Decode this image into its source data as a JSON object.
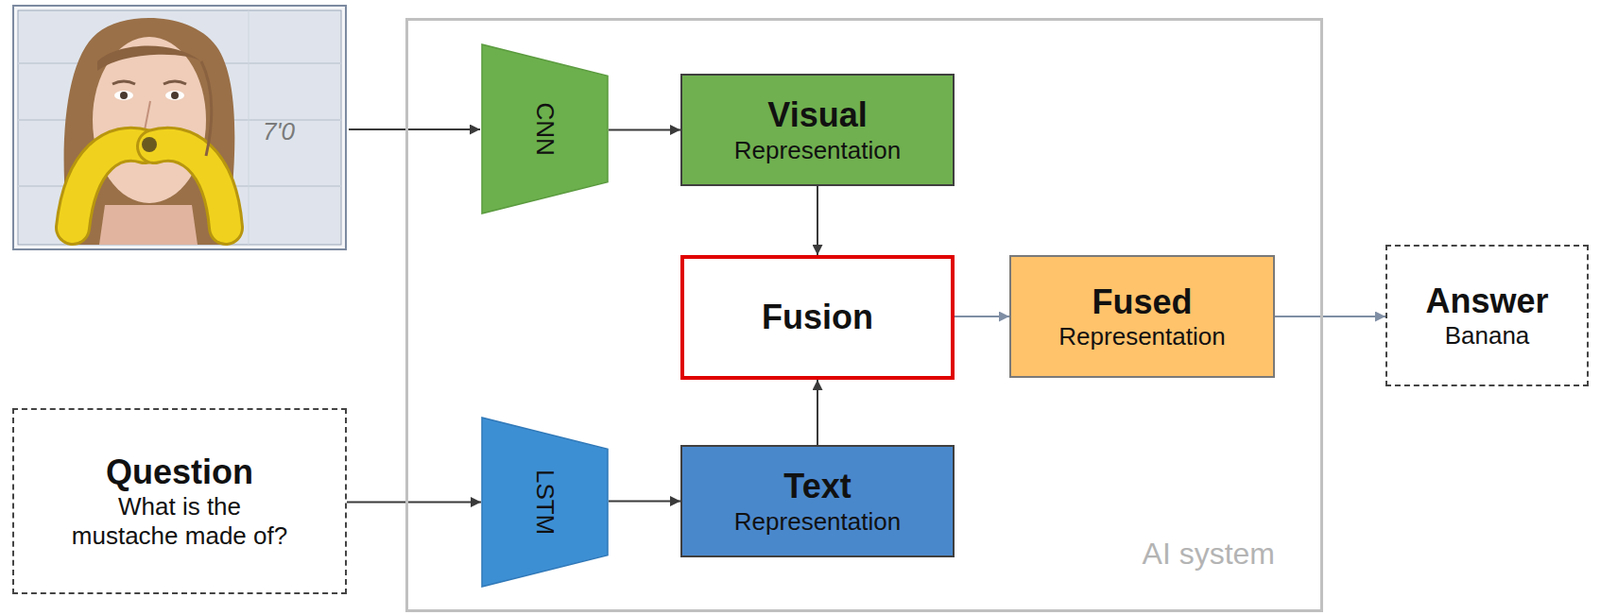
{
  "diagram": {
    "nodes": [
      {
        "text": [
          "AI system"
        ]
      },
      {
        "text": [
          "CNN"
        ],
        "in": 0
      },
      {
        "text": [
          "Visual",
          "Representation"
        ],
        "in": 0
      },
      {
        "text": [
          "Fusion"
        ],
        "in": 0
      },
      {
        "text": [
          "Fused",
          "Representation"
        ],
        "in": 0
      },
      {
        "text": [
          "LSTM"
        ],
        "in": 0
      },
      {
        "text": [
          "Text",
          "Representation"
        ],
        "in": 0
      },
      {
        "text": [
          "Answer",
          "Banana"
        ]
      },
      {
        "text": [
          "Question",
          "What is the mustache made of?"
        ]
      }
    ],
    "edges": [
      {
        "from": 1,
        "to": 2,
        "arrow": "to"
      },
      {
        "from": 2,
        "to": 3,
        "arrow": "to"
      },
      {
        "from": 3,
        "to": 4,
        "arrow": "to"
      },
      {
        "from": 4,
        "to": 7,
        "arrow": "to"
      },
      {
        "from": 8,
        "to": 5,
        "arrow": "to"
      },
      {
        "from": 5,
        "to": 6,
        "arrow": "to"
      },
      {
        "from": 6,
        "to": 3,
        "arrow": "to"
      }
    ],
    "labels": [
      "7'0"
    ]
  }
}
